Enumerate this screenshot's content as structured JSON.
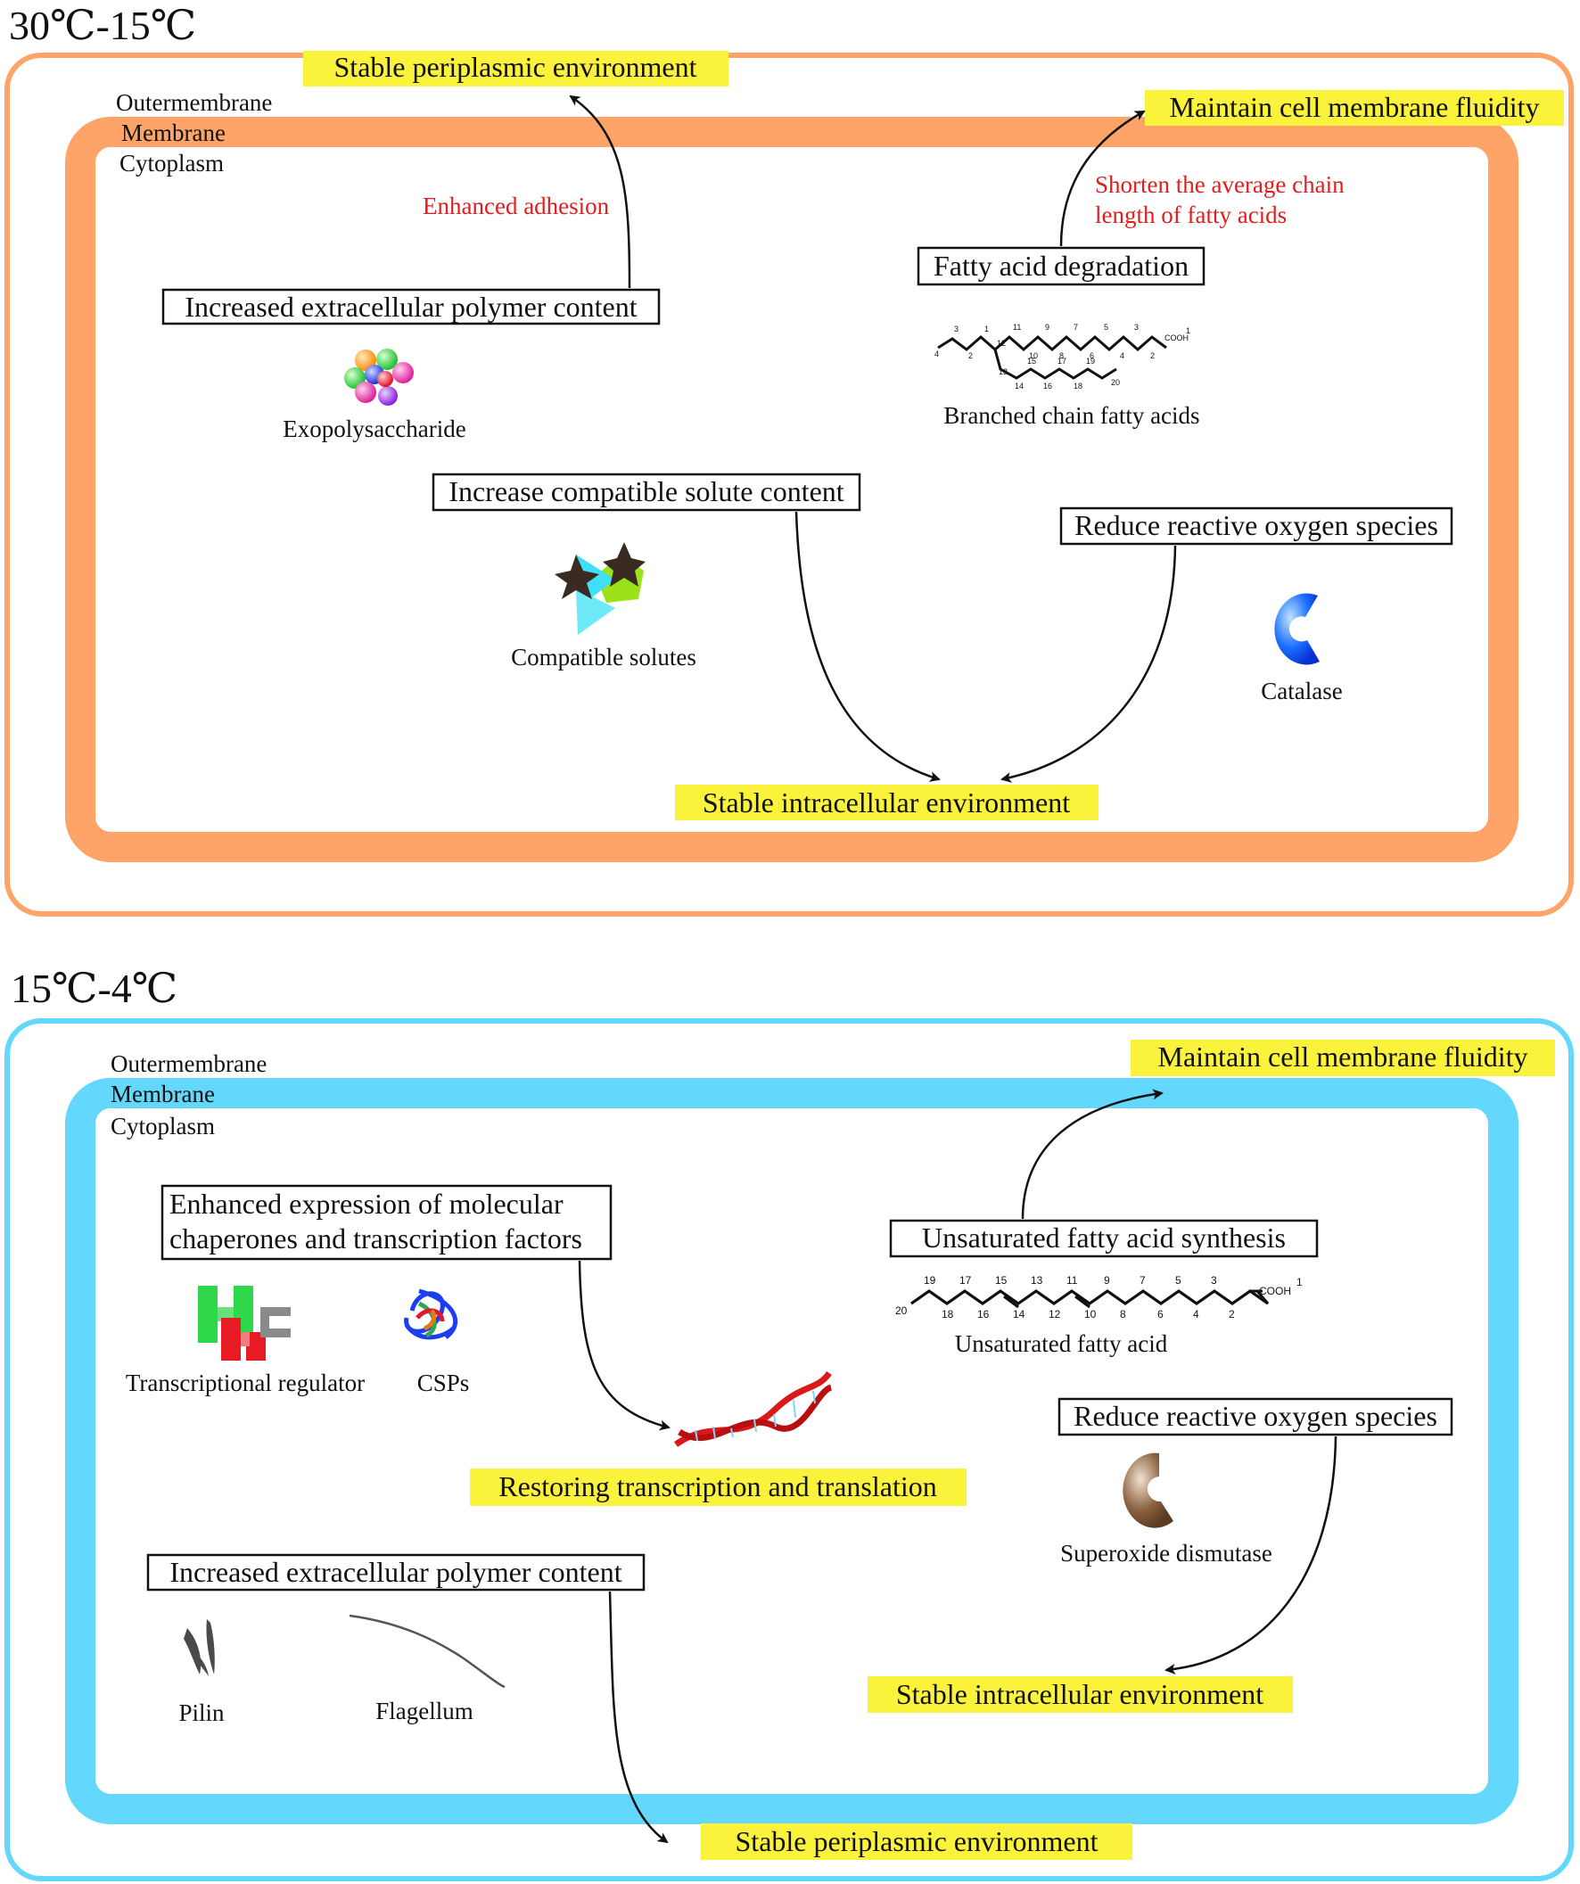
{
  "panels": [
    {
      "heading": "30℃-15℃",
      "colors": {
        "membrane": "#ffa468"
      },
      "layers": {
        "outer": "Outermembrane",
        "membrane": "Membrane",
        "cytoplasm": "Cytoplasm"
      },
      "highlights": {
        "periplasmic": "Stable periplasmic environment",
        "fluidity": "Maintain cell membrane fluidity",
        "intracellular": "Stable intracellular environment"
      },
      "boxes": {
        "polymer": "Increased extracellular polymer content",
        "fatty_degradation": "Fatty acid degradation",
        "solute": "Increase compatible solute content",
        "ros": "Reduce reactive oxygen species"
      },
      "annotations": {
        "adhesion": "Enhanced adhesion",
        "chain_line1": "Shorten the average chain",
        "chain_line2": "length of fatty acids"
      },
      "items": {
        "exopolysaccharide": "Exopolysaccharide",
        "branched": "Branched chain fatty acids",
        "compatible": "Compatible solutes",
        "catalase": "Catalase"
      },
      "molecule": {
        "cooh": "COOH",
        "top_numbers": [
          "3",
          "1",
          "11",
          "9",
          "7",
          "5",
          "3"
        ],
        "bottom_numbers": [
          "4",
          "2",
          "12",
          "10",
          "8",
          "6",
          "4",
          "2"
        ],
        "branch_numbers": [
          "13",
          "15",
          "17",
          "19",
          "14",
          "16",
          "18",
          "20"
        ],
        "end_number": "1"
      }
    },
    {
      "heading": "15℃-4℃",
      "colors": {
        "membrane": "#63d7fc"
      },
      "layers": {
        "outer": "Outermembrane",
        "membrane": "Membrane",
        "cytoplasm": "Cytoplasm"
      },
      "highlights": {
        "fluidity": "Maintain cell membrane fluidity",
        "transcription": "Restoring transcription and translation",
        "intracellular": "Stable intracellular environment",
        "periplasmic": "Stable periplasmic environment"
      },
      "boxes": {
        "chaperones_line1": "Enhanced expression of molecular",
        "chaperones_line2": "chaperones and transcription factors",
        "unsaturated": "Unsaturated fatty acid synthesis",
        "ros": "Reduce reactive oxygen species",
        "polymer": "Increased extracellular polymer content"
      },
      "items": {
        "regulator": "Transcriptional regulator",
        "csps": "CSPs",
        "unsat_acid": "Unsaturated fatty acid",
        "sod": "Superoxide dismutase",
        "pilin": "Pilin",
        "flagellum": "Flagellum"
      },
      "molecule": {
        "cooh": "COOH",
        "top_numbers": [
          "19",
          "17",
          "15",
          "13",
          "11",
          "9",
          "7",
          "5",
          "3"
        ],
        "bottom_numbers": [
          "20",
          "18",
          "16",
          "14",
          "12",
          "10",
          "8",
          "6",
          "4",
          "2"
        ],
        "end_number": "1"
      }
    }
  ]
}
